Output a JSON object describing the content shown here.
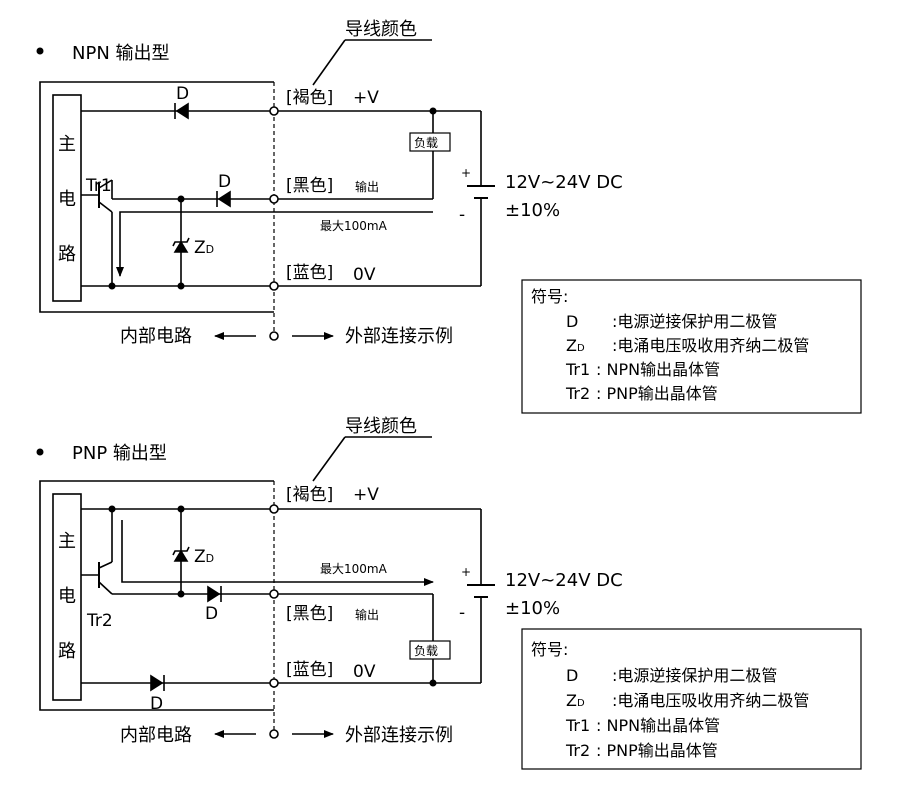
{
  "npn": {
    "title": "NPN 输出型",
    "wire_color_title": "导线颜色",
    "main_circuit": [
      "主",
      "电",
      "路"
    ],
    "transistor": "Tr1",
    "diode": "D",
    "zener_main": "Z",
    "zener_sub": "D",
    "wire_brown": "[褐色]",
    "wire_brown_signal": "+V",
    "wire_black": "[黑色]",
    "wire_black_signal": "输出",
    "max_current": "最大100mA",
    "wire_blue": "[蓝色]",
    "wire_blue_signal": "0V",
    "load": "负载",
    "plus": "+",
    "minus": "-",
    "supply_voltage": "12V~24V DC",
    "supply_tolerance": "±10%",
    "internal_label": "内部电路",
    "external_label": "外部连接示例"
  },
  "pnp": {
    "title": "PNP 输出型",
    "wire_color_title": "导线颜色",
    "main_circuit": [
      "主",
      "电",
      "路"
    ],
    "transistor": "Tr2",
    "diode": "D",
    "zener_main": "Z",
    "zener_sub": "D",
    "wire_brown": "[褐色]",
    "wire_brown_signal": "+V",
    "wire_black": "[黑色]",
    "wire_black_signal": "输出",
    "max_current": "最大100mA",
    "wire_blue": "[蓝色]",
    "wire_blue_signal": "0V",
    "load": "负载",
    "plus": "+",
    "minus": "-",
    "supply_voltage": "12V~24V DC",
    "supply_tolerance": "±10%",
    "internal_label": "内部电路",
    "external_label": "外部连接示例"
  },
  "legend": {
    "title": "符号:",
    "rows": [
      {
        "symbol": "D",
        "symbol_sub": "",
        "desc": ":电源逆接保护用二极管"
      },
      {
        "symbol": "Z",
        "symbol_sub": "D",
        "desc": ":电涌电压吸收用齐纳二极管"
      },
      {
        "symbol": "Tr1",
        "symbol_sub": "",
        "desc": ": NPN输出晶体管"
      },
      {
        "symbol": "Tr2",
        "symbol_sub": "",
        "desc": ": PNP输出晶体管"
      }
    ]
  },
  "colors": {
    "line": "#000000",
    "background": "#ffffff"
  }
}
